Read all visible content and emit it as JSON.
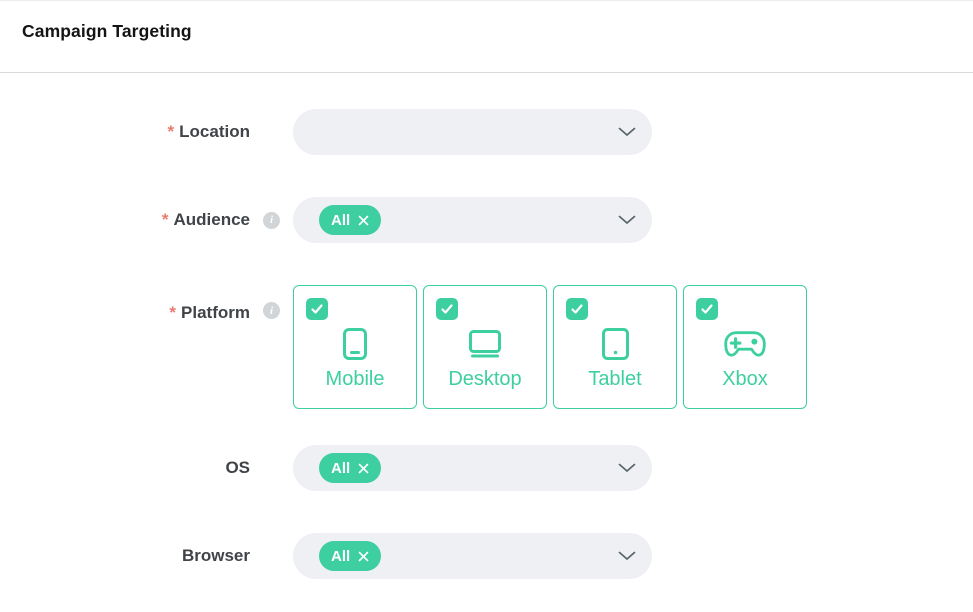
{
  "header": {
    "title": "Campaign Targeting"
  },
  "colors": {
    "accent_teal": "#3ecfa0",
    "control_bg": "#eef0f3",
    "required_red": "#e87a6f",
    "label_text": "#404448",
    "divider": "#d9d9d9"
  },
  "form": {
    "rows": {
      "location": {
        "label": "Location",
        "required": "*",
        "value": ""
      },
      "audience": {
        "label": "Audience",
        "required": "*",
        "tag": "All",
        "info_icon": "i"
      },
      "platform": {
        "label": "Platform",
        "required": "*",
        "info_icon": "i",
        "cards": [
          {
            "label": "Mobile",
            "icon": "mobile-icon",
            "checked": true
          },
          {
            "label": "Desktop",
            "icon": "desktop-icon",
            "checked": true
          },
          {
            "label": "Tablet",
            "icon": "tablet-icon",
            "checked": true
          },
          {
            "label": "Xbox",
            "icon": "gamepad-icon",
            "checked": true
          }
        ]
      },
      "os": {
        "label": "OS",
        "tag": "All"
      },
      "browser": {
        "label": "Browser",
        "tag": "All"
      }
    }
  }
}
